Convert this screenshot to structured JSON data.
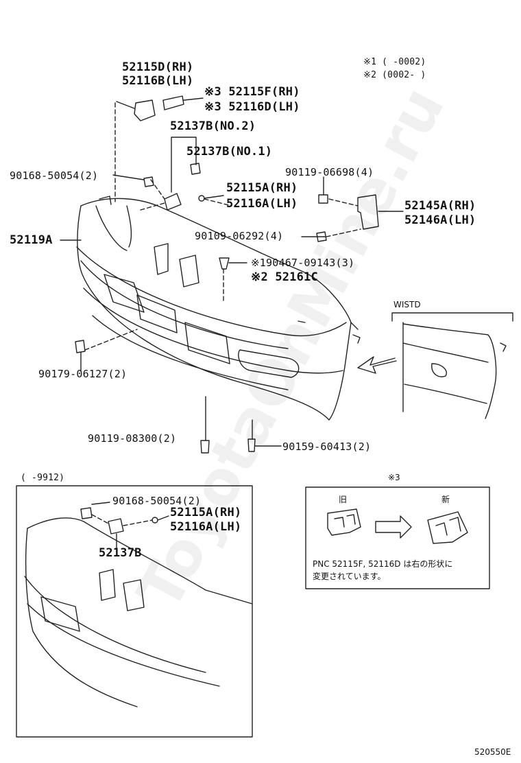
{
  "legend": {
    "n1": "※1 (      -0002)",
    "n2": "※2 (0002-      )"
  },
  "parts": {
    "p_52115D": "52115D(RH)",
    "p_52116B": "52116B(LH)",
    "p_52115F": "※3 52115F(RH)",
    "p_52116D": "※3 52116D(LH)",
    "p_52137B2": "52137B(NO.2)",
    "p_52137B1": "52137B(NO.1)",
    "p_90168": "90168-50054(2)",
    "p_90119a": "90119-06698(4)",
    "p_52115A": "52115A(RH)",
    "p_52116A": "52116A(LH)",
    "p_52145A": "52145A(RH)",
    "p_52146A": "52146A(LH)",
    "p_52119A": "52119A",
    "p_90109": "90109-06292(4)",
    "p_90467": "※190467-09143(3)",
    "p_52161C": "※2 52161C",
    "p_90179": "90179-06127(2)",
    "p_90119b": "90119-08300(2)",
    "p_90159": "90159-60413(2)"
  },
  "wistd_label": "WISTD",
  "inset_left": {
    "range": "(      -9912)",
    "p_90168": "90168-50054(2)",
    "p_52115A": "52115A(RH)",
    "p_52116A": "52116A(LH)",
    "p_52137B": "52137B"
  },
  "inset_right": {
    "mark": "※3",
    "old": "旧",
    "new": "新",
    "note_line1": "PNC 52115F, 52116D は右の形状に",
    "note_line2": "変更されています。"
  },
  "watermark": "ToyotaOnMine.ru",
  "diagram_code": "520550E"
}
